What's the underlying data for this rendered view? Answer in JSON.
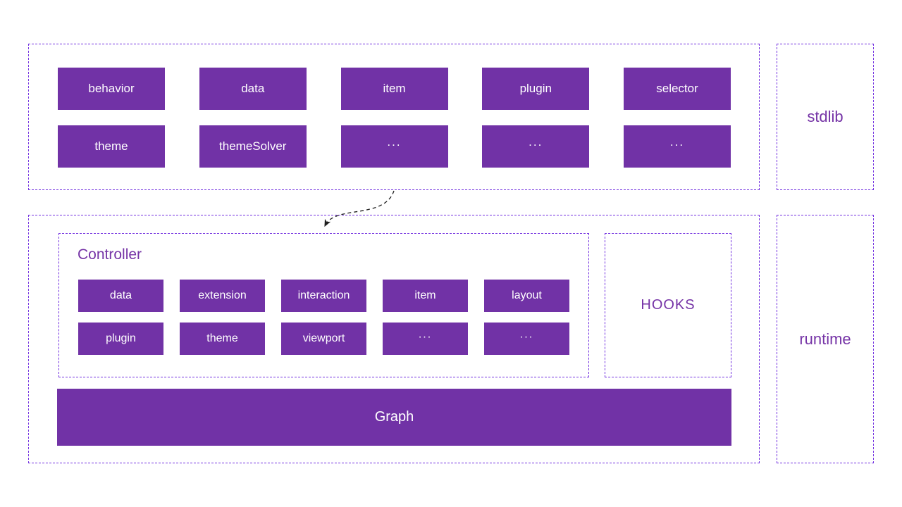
{
  "diagram_title": "architecture-overview",
  "colors": {
    "module_fill": "#7132a6",
    "module_text": "#ffffff",
    "dashed_border": "#7331e0",
    "label_text": "#7533a6",
    "arrow": "#1f1f1f",
    "background": "#ffffff"
  },
  "stdlib_section": {
    "label": "stdlib",
    "modules": [
      [
        "behavior",
        "data",
        "item",
        "plugin",
        "selector"
      ],
      [
        "theme",
        "themeSolver",
        "...",
        "...",
        "..."
      ]
    ]
  },
  "runtime_section": {
    "label": "runtime",
    "controller": {
      "title": "Controller",
      "modules": [
        [
          "data",
          "extension",
          "interaction",
          "item",
          "layout"
        ],
        [
          "plugin",
          "theme",
          "viewport",
          "...",
          "..."
        ]
      ]
    },
    "hooks_label": "HOOKS",
    "graph_label": "Graph"
  },
  "arrow": {
    "name": "stdlib-to-controller-dashed-arrow",
    "style": "dashed-curved"
  }
}
